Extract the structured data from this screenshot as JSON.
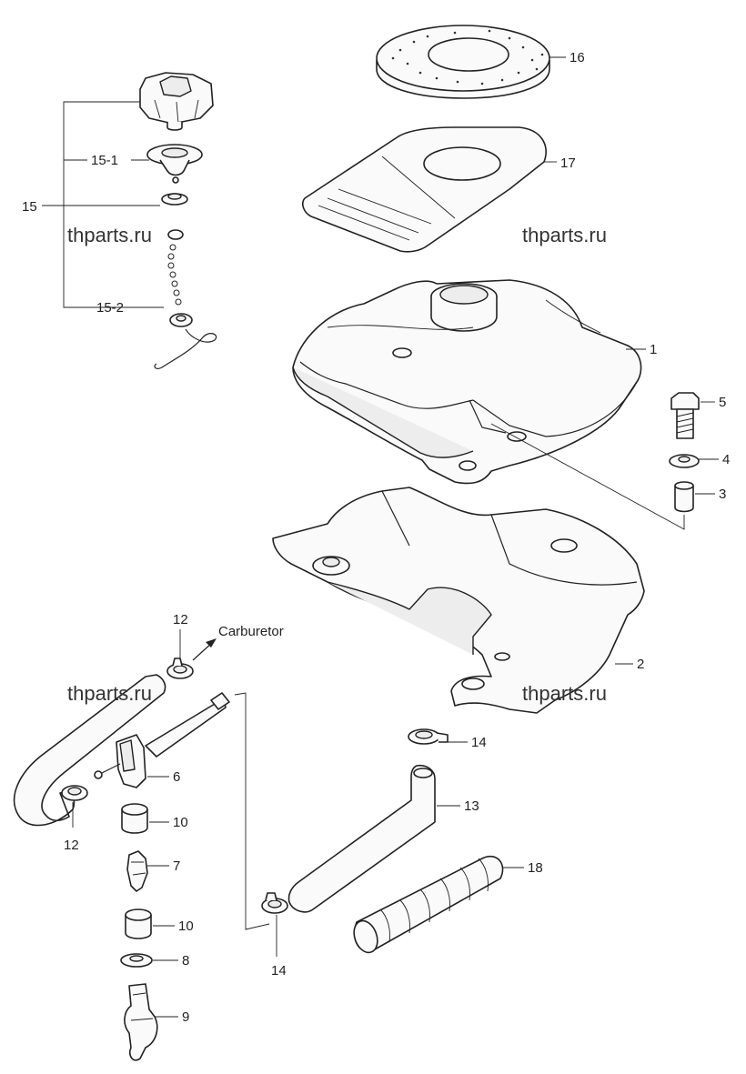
{
  "watermarks": [
    "thparts.ru",
    "thparts.ru",
    "thparts.ru",
    "thparts.ru"
  ],
  "callouts": {
    "c1": "1",
    "c2": "2",
    "c3": "3",
    "c4": "4",
    "c5": "5",
    "c6": "6",
    "c7": "7",
    "c8": "8",
    "c9": "9",
    "c10a": "10",
    "c10b": "10",
    "c12a": "12",
    "c12b": "12",
    "c13": "13",
    "c14a": "14",
    "c14b": "14",
    "c15": "15",
    "c15_1": "15-1",
    "c15_2": "15-2",
    "c16": "16",
    "c17": "17",
    "c18": "18"
  },
  "annotation": "Carburetor"
}
